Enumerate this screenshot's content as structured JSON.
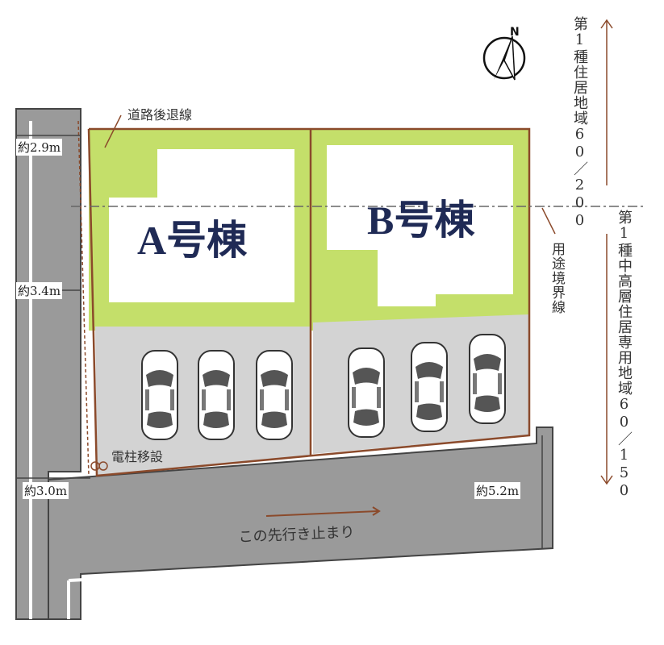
{
  "lots": {
    "a_label": "A号棟",
    "b_label": "B号棟"
  },
  "labels": {
    "setback_line": "道路後退線",
    "pole_relocation": "電柱移設",
    "use_boundary": "用途境界線",
    "dead_end": "この先行き止まり"
  },
  "dimensions": {
    "d1": "約2.9m",
    "d2": "約3.4m",
    "d3": "約3.0m",
    "d4": "約5.2m"
  },
  "zones": {
    "upper": "第1種住居地域60／200",
    "lower": "第1種中高層住居専用地域60／150"
  },
  "compass": {
    "north": "N"
  },
  "colors": {
    "lot_green": "#c4df6a",
    "road_gray": "#9a9a9a",
    "parking_gray": "#d3d3d3",
    "boundary_brown": "#8b4a2b",
    "text_navy": "#1f2a55"
  }
}
